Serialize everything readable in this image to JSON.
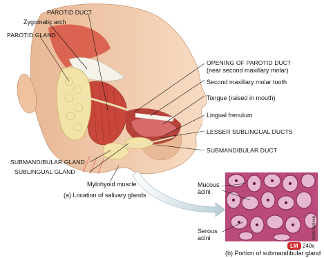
{
  "labels": {
    "parotid_duct": "PAROTID DUCT",
    "zygomatic_arch": "Zygomatic arch",
    "parotid_gland": "PAROTID GLAND",
    "opening_parotid_duct": "OPENING OF PAROTID DUCT",
    "opening_parotid_duct_note": "(near second maxillary molar)",
    "second_molar": "Second maxillary molar tooth",
    "tongue": "Tongue (raised in mouth)",
    "lingual_frenulum": "Lingual frenulum",
    "lesser_sublingual_ducts": "LESSER SUBLINGUAL DUCTS",
    "submandibular_duct": "SUBMANDIBULAR DUCT",
    "submandibular_gland": "SUBMANDIBULAR GLAND",
    "sublingual_gland": "SUBLINGUAL GLAND",
    "mylohyoid_muscle": "Mylohyoid muscle"
  },
  "captions": {
    "a": "(a) Location of salivary glands",
    "b": "(b) Portion of submandibular gland"
  },
  "micrograph": {
    "mucous_line1": "Mucous",
    "mucous_line2": "acini",
    "serous_line1": "Serous",
    "serous_line2": "acini",
    "badge": "LM",
    "magnification": "240x",
    "credit": "Mark Nielsen"
  },
  "colors": {
    "skin": "#f2cfb0",
    "muscle": "#c8463a",
    "gland": "#f2e3a8",
    "histo_bg": "#b94a7a",
    "badge": "#d32a2a",
    "arrow": "#a9c3cf"
  }
}
